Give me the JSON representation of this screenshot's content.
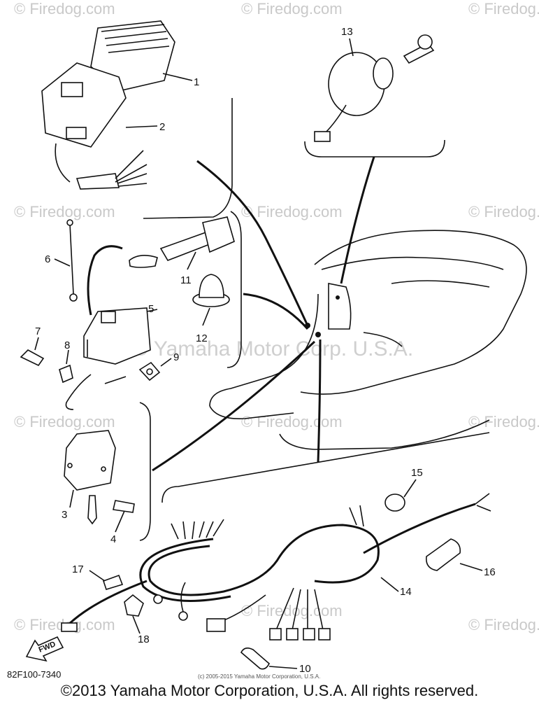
{
  "watermark": {
    "text": "© Firedog.com",
    "overlay": "© Yamaha Motor Corp. U.S.A."
  },
  "callouts": [
    "1",
    "2",
    "3",
    "4",
    "5",
    "6",
    "7",
    "8",
    "9",
    "10",
    "11",
    "12",
    "13",
    "14",
    "15",
    "16",
    "17",
    "18"
  ],
  "diagram_code": "82F100-7340",
  "fwd_label": "FWD",
  "small_copyright": "(c) 2005-2015 Yamaha Motor Corporation, U.S.A.",
  "footer": "©2013 Yamaha Motor Corporation, U.S.A. All rights reserved."
}
